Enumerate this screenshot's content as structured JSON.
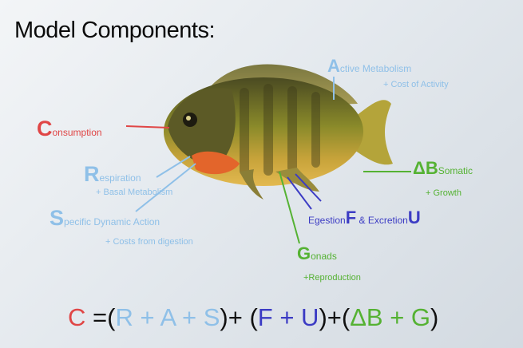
{
  "title": "Model Components:",
  "labels": {
    "consumption": {
      "initial": "C",
      "rest": "onsumption"
    },
    "active": {
      "initial": "A",
      "rest": "ctive Metabolism",
      "sub": "+ Cost of Activity"
    },
    "respiration": {
      "initial": "R",
      "rest": "espiration",
      "sub": "+ Basal Metabolism"
    },
    "sda": {
      "initial": "S",
      "rest": "pecific Dynamic Action",
      "sub": "+ Costs from digestion"
    },
    "somatic": {
      "initial": "ΔB",
      "rest": "Somatic",
      "sub": "+ Growth"
    },
    "waste": {
      "egestion": "Egestion",
      "f": "F",
      "amp": "& Excretion",
      "u": "U"
    },
    "gonads": {
      "initial": "G",
      "rest": "onads",
      "sub": "+Reproduction"
    }
  },
  "equation": {
    "c": "C",
    "eq_open": " =(",
    "r": "R + A + S",
    "close_plus_1": ")+ (",
    "fu": "F + U",
    "close_plus_2": ")+(",
    "bg": "ΔB + G",
    "close": ")"
  },
  "colors": {
    "consumption": "#e04646",
    "metabolism": "#8fc0e8",
    "waste": "#3c3cc4",
    "growth": "#55b233",
    "title": "#0b0b0b"
  },
  "icons": [
    "bluegill-fish-photo"
  ]
}
